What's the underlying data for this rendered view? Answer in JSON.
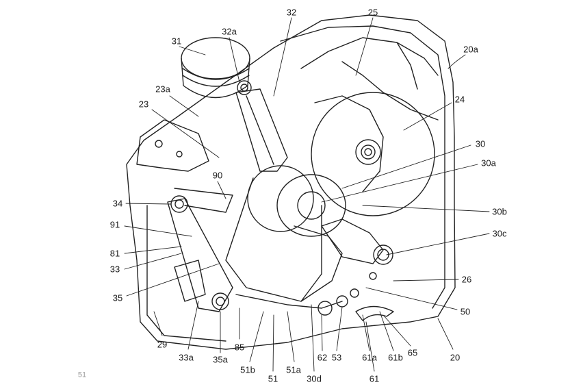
{
  "labels": {
    "l31": "31",
    "l32a": "32a",
    "l32": "32",
    "l25": "25",
    "l20a": "20a",
    "l23a": "23a",
    "l24": "24",
    "l23": "23",
    "l30": "30",
    "l30a": "30a",
    "l90": "90",
    "l34": "34",
    "l30b": "30b",
    "l91": "91",
    "l30c": "30c",
    "l81": "81",
    "l33": "33",
    "l26": "26",
    "l35": "35",
    "l50": "50",
    "l29": "29",
    "l33a": "33a",
    "l35a": "35a",
    "l85": "85",
    "l51b": "51b",
    "l62": "62",
    "l53": "53",
    "l61a": "61a",
    "l61b": "61b",
    "l65": "65",
    "l20": "20",
    "l51": "51",
    "l51a": "51a",
    "l30d": "30d",
    "l61": "61",
    "l51faint": "51"
  }
}
